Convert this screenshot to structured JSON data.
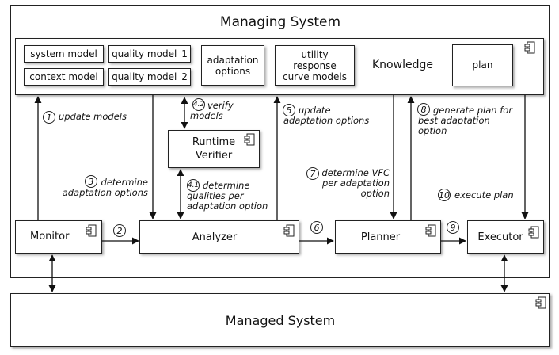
{
  "managing_system": {
    "title": "Managing System",
    "knowledge": {
      "label": "Knowledge",
      "models": [
        "system model",
        "quality model_1",
        "context model",
        "quality model_2"
      ],
      "adaptation_options": "adaptation options",
      "utility_curves": "utility response curve models",
      "plan": "plan"
    },
    "components": {
      "monitor": "Monitor",
      "analyzer": "Analyzer",
      "planner": "Planner",
      "executor": "Executor",
      "runtime_verifier": "Runtime Verifier"
    },
    "steps": [
      {
        "num": "1",
        "text": "update models"
      },
      {
        "num": "2",
        "text": ""
      },
      {
        "num": "3",
        "text": "determine adaptation options"
      },
      {
        "num": "4.1",
        "text": "determine qualities per adaptation option"
      },
      {
        "num": "4.2",
        "text": "verify models"
      },
      {
        "num": "5",
        "text": "update adaptation options"
      },
      {
        "num": "6",
        "text": ""
      },
      {
        "num": "7",
        "text": "determine VFC per adaptation option"
      },
      {
        "num": "8",
        "text": "generate plan for best adaptation option"
      },
      {
        "num": "9",
        "text": ""
      },
      {
        "num": "10",
        "text": "execute plan"
      }
    ]
  },
  "managed_system": {
    "title": "Managed System"
  },
  "icons": [
    "component-icon"
  ]
}
